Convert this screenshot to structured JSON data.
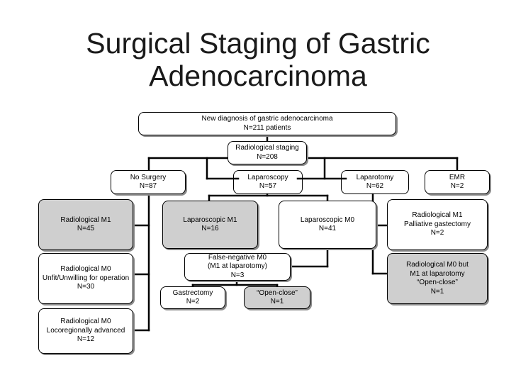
{
  "title": {
    "line1": "Surgical Staging of Gastric",
    "line2": "Adenocarcinoma"
  },
  "nodes": {
    "new_diagnosis": {
      "line1": "New diagnosis of gastric adenocarcinoma",
      "line2": "N=211 patients"
    },
    "radiological_staging": {
      "line1": "Radiological staging",
      "line2": "N=208"
    },
    "no_surgery": {
      "line1": "No Surgery",
      "line2": "N=87"
    },
    "laparoscopy": {
      "line1": "Laparoscopy",
      "line2": "N=57"
    },
    "laparotomy": {
      "line1": "Laparotomy",
      "line2": "N=62"
    },
    "emr": {
      "line1": "EMR",
      "line2": "N=2"
    },
    "radiological_m1": {
      "line1": "Radiological M1",
      "line2": "N=45"
    },
    "radiological_m0_unfit": {
      "line1": "Radiological M0",
      "line2": "Unfit/Unwilling for operation",
      "line3": "N=30"
    },
    "radiological_m0_locoregional": {
      "line1": "Radiological M0",
      "line2": "Locoregionally advanced",
      "line3": "N=12"
    },
    "laparoscopic_m1": {
      "line1": "Laparoscopic M1",
      "line2": "N=16"
    },
    "laparoscopic_m0": {
      "line1": "Laparoscopic M0",
      "line2": "N=41"
    },
    "false_negative_m0": {
      "line1": "False-negative M0",
      "line2": "(M1 at laparotomy)",
      "line3": "N=3"
    },
    "gastrectomy": {
      "line1": "Gastrectomy",
      "line2": "N=2"
    },
    "open_close_laparoscopy": {
      "line1": "“Open-close”",
      "line2": "N=1"
    },
    "radiological_m1_palliative": {
      "line1": "Radiological M1",
      "line2": "Palliative gastectomy",
      "line3": "N=2"
    },
    "radiological_m0_but_m1": {
      "line1": "Radiological M0 but",
      "line2": "M1 at laparotomy",
      "line3": "“Open-close”",
      "line4": "N=1"
    }
  },
  "colors": {
    "box_fill": "#ffffff",
    "box_fill_highlight": "#cfcfcf",
    "line": "#000000",
    "shadow": "#8a8a8a"
  }
}
